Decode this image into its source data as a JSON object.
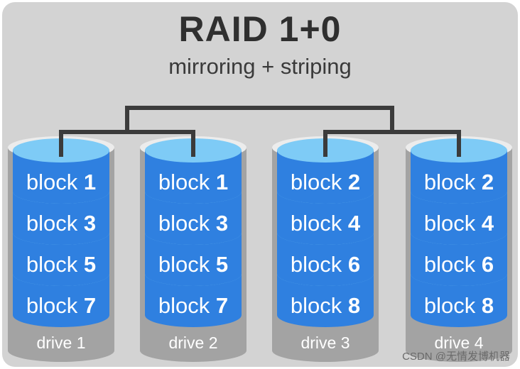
{
  "title": "RAID 1+0",
  "subtitle": "mirroring + striping",
  "colors": {
    "background": "#d3d3d3",
    "connector": "#3b3b3b",
    "drive_body": "#a3a3a3",
    "drive_top": "#ececec",
    "block_face": "#2f80e0",
    "block_top": "#7ecbf6"
  },
  "drives": [
    {
      "label": "drive 1",
      "blocks": [
        {
          "word": "block",
          "num": "1"
        },
        {
          "word": "block",
          "num": "3"
        },
        {
          "word": "block",
          "num": "5"
        },
        {
          "word": "block",
          "num": "7"
        }
      ]
    },
    {
      "label": "drive 2",
      "blocks": [
        {
          "word": "block",
          "num": "1"
        },
        {
          "word": "block",
          "num": "3"
        },
        {
          "word": "block",
          "num": "5"
        },
        {
          "word": "block",
          "num": "7"
        }
      ]
    },
    {
      "label": "drive 3",
      "blocks": [
        {
          "word": "block",
          "num": "2"
        },
        {
          "word": "block",
          "num": "4"
        },
        {
          "word": "block",
          "num": "6"
        },
        {
          "word": "block",
          "num": "8"
        }
      ]
    },
    {
      "label": "drive 4",
      "blocks": [
        {
          "word": "block",
          "num": "2"
        },
        {
          "word": "block",
          "num": "4"
        },
        {
          "word": "block",
          "num": "6"
        },
        {
          "word": "block",
          "num": "8"
        }
      ]
    }
  ],
  "watermark": "CSDN @无情发博机器"
}
